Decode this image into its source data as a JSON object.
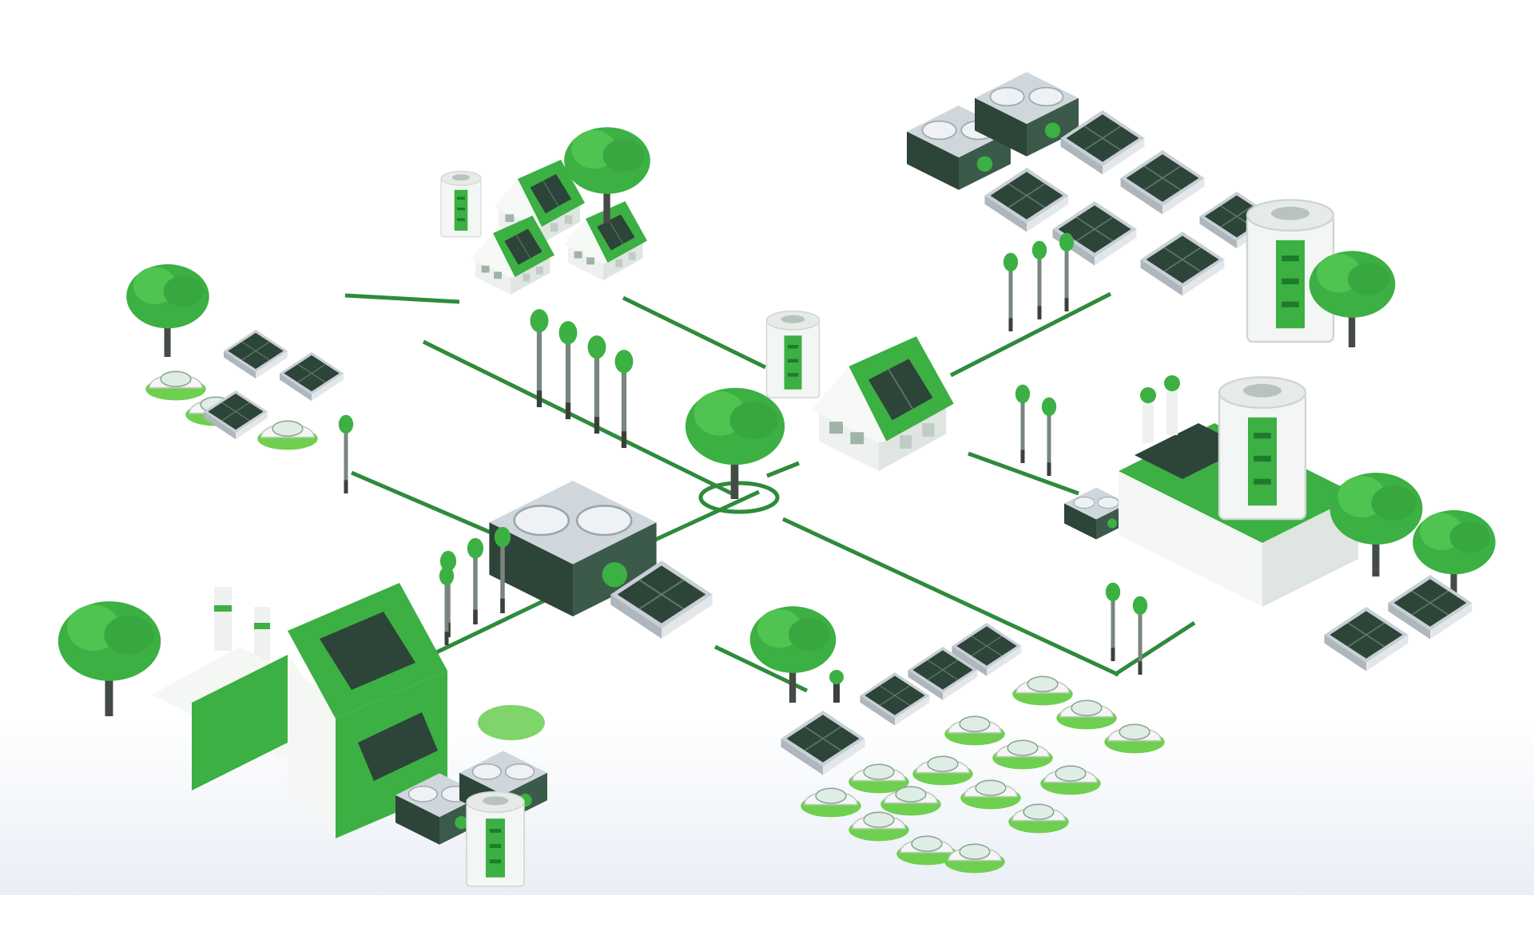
{
  "palette": {
    "background": "#ffffff",
    "fade": "#eef2f8",
    "line": "#2e8b3a",
    "green": "#3cb043",
    "green_light": "#7fd46a",
    "green_dark": "#1f7a2b",
    "panel": "#2d4438",
    "panel_frame": "#c9cfd6",
    "white": "#f7f9f7",
    "grey": "#dde3e8",
    "trunk": "#444a44"
  },
  "hub": {
    "icon": "tree-icon"
  },
  "nodes": [
    {
      "id": "houses-with-battery",
      "icon": "house-icon"
    },
    {
      "id": "solar-plant-with-battery",
      "icon": "solar-panel-icon"
    },
    {
      "id": "ev-charging-lot",
      "icon": "electric-car-icon"
    },
    {
      "id": "central-house",
      "icon": "house-icon"
    },
    {
      "id": "factory-with-storage",
      "icon": "factory-icon"
    },
    {
      "id": "cooling-station",
      "icon": "hvac-fan-icon"
    },
    {
      "id": "industrial-plant",
      "icon": "factory-icon"
    },
    {
      "id": "ev-parking-field",
      "icon": "electric-car-icon"
    }
  ]
}
